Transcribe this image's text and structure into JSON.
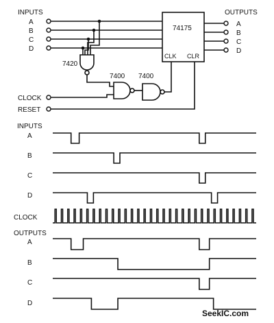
{
  "schematic": {
    "inputs_title": "INPUTS",
    "outputs_title": "OUTPUTS",
    "input_labels": [
      "A",
      "B",
      "C",
      "D"
    ],
    "output_labels": [
      "A",
      "B",
      "C",
      "D"
    ],
    "ic_name": "74175",
    "clk_label": "CLK",
    "clr_label": "CLR",
    "and_gate_label": "7420",
    "nand1_label": "7400",
    "nand2_label": "7400",
    "clock_label": "CLOCK",
    "reset_label": "RESET"
  },
  "timing": {
    "inputs_title": "INPUTS",
    "outputs_title": "OUTPUTS",
    "clock_label": "CLOCK",
    "input_waves": [
      {
        "label": "A",
        "pulses": [
          [
            0.09,
            0.13
          ],
          [
            0.72,
            0.75
          ]
        ]
      },
      {
        "label": "B",
        "pulses": [
          [
            0.3,
            0.33
          ]
        ]
      },
      {
        "label": "C",
        "pulses": [
          [
            0.72,
            0.75
          ]
        ]
      },
      {
        "label": "D",
        "pulses": [
          [
            0.17,
            0.2
          ],
          [
            0.78,
            0.81
          ]
        ]
      }
    ],
    "output_waves": [
      {
        "label": "A",
        "lows": [
          [
            0.09,
            0.15
          ],
          [
            0.72,
            0.77
          ]
        ]
      },
      {
        "label": "B",
        "lows": [
          [
            0.32,
            0.77
          ]
        ]
      },
      {
        "label": "C",
        "lows": [
          [
            0.72,
            0.77
          ]
        ]
      },
      {
        "label": "D",
        "lows": [
          [
            0.19,
            0.32
          ],
          [
            0.79,
            1.0
          ]
        ]
      }
    ],
    "clock_pulse_count": 32
  },
  "watermark": "SeekIC.com"
}
